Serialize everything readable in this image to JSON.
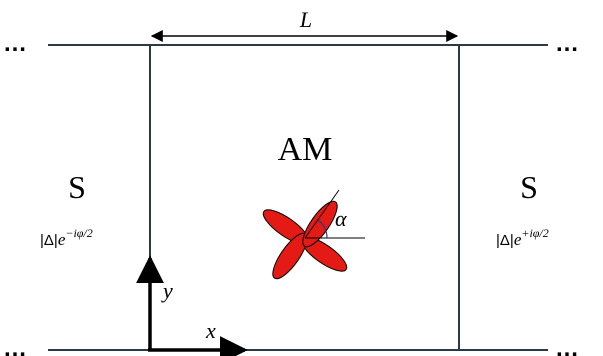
{
  "diagram": {
    "length_label": "L",
    "left_region": {
      "label": "S",
      "gap": "|Δ|",
      "phase_base": "e",
      "phase_exp": "−iφ/2"
    },
    "center_region": {
      "label": "AM"
    },
    "right_region": {
      "label": "S",
      "gap": "|Δ|",
      "phase_base": "e",
      "phase_exp": "+iφ/2"
    },
    "angle_label": "α",
    "axes": {
      "x_label": "x",
      "y_label": "y"
    },
    "continuation": "…",
    "colors": {
      "line": "#2b3a45",
      "lobe_fill": "#e31b14",
      "lobe_stroke": "#000000",
      "axis": "#000000"
    }
  }
}
